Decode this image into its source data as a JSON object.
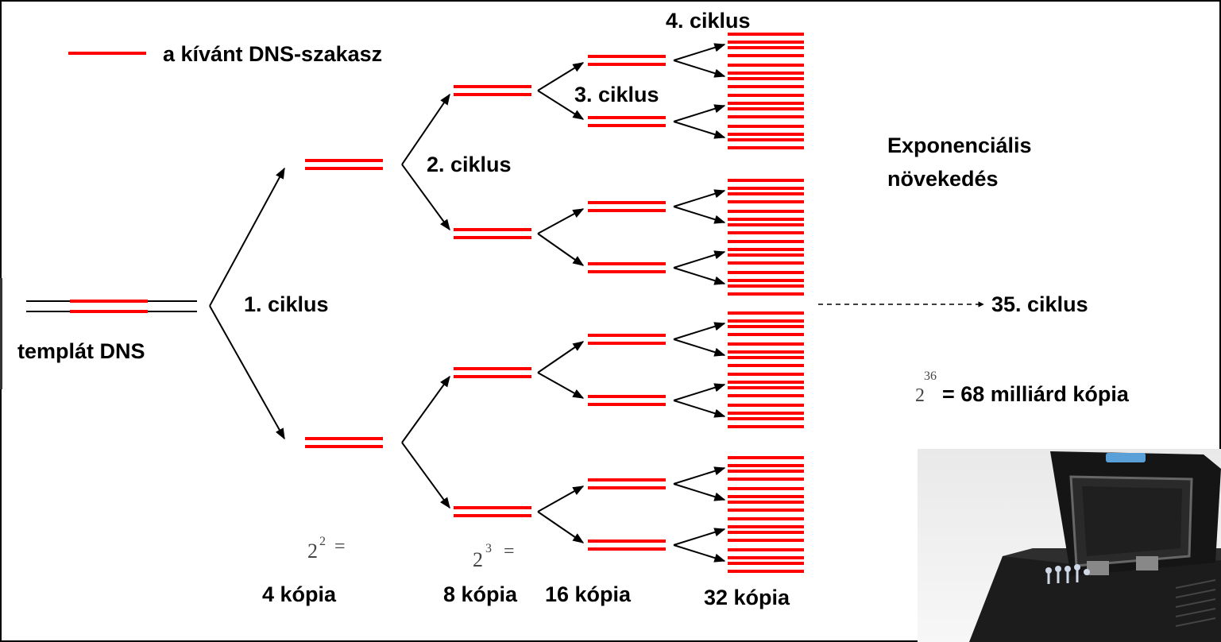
{
  "legend": {
    "label": "a kívánt DNS-szakasz"
  },
  "template_label": "templát DNS",
  "cycles": {
    "c1": "1. ciklus",
    "c2": "2. ciklus",
    "c3": "3. ciklus",
    "c4": "4. ciklus",
    "c35": "35. ciklus"
  },
  "growth": {
    "line1": "Exponenciális",
    "line2": "növekedés"
  },
  "copies": {
    "c4_label": "4 kópia",
    "c8_label": "8 kópia",
    "c16_label": "16 kópia",
    "c32_label": "32 kópia",
    "pow_a_base": "2",
    "pow_a_exp": "2",
    "pow_a_eq": "=",
    "pow_b_base": "2",
    "pow_b_exp": "3",
    "pow_b_eq": "=",
    "total_base": "2",
    "total_exp": "36",
    "total_text": "= 68 milliárd kópia"
  },
  "colors": {
    "segment": "#ff0000",
    "dna": "#000000",
    "frame": "#000000"
  },
  "photo": {
    "icon": "pcr-thermocycler-photo"
  }
}
